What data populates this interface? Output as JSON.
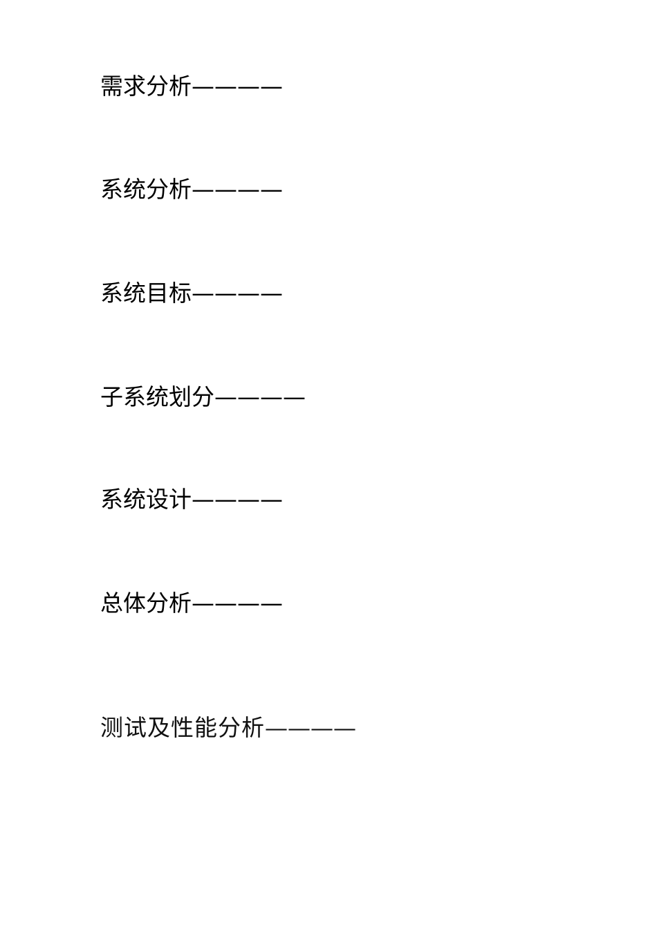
{
  "document": {
    "headings": [
      {
        "label": "需求分析",
        "dashes": "————"
      },
      {
        "label": "系统分析",
        "dashes": "————"
      },
      {
        "label": "系统目标",
        "dashes": "————"
      },
      {
        "label": "子系统划分",
        "dashes": "————"
      },
      {
        "label": "系统设计",
        "dashes": "————"
      },
      {
        "label": "总体分析",
        "dashes": "————"
      },
      {
        "label": "测试及性能分析",
        "dashes": "————"
      }
    ]
  }
}
